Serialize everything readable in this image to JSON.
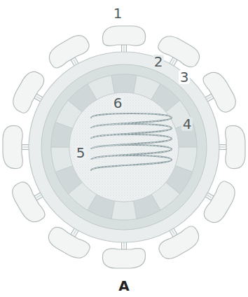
{
  "diagram": {
    "labels": [
      "1",
      "2",
      "3",
      "4",
      "5",
      "6",
      "A"
    ]
  }
}
